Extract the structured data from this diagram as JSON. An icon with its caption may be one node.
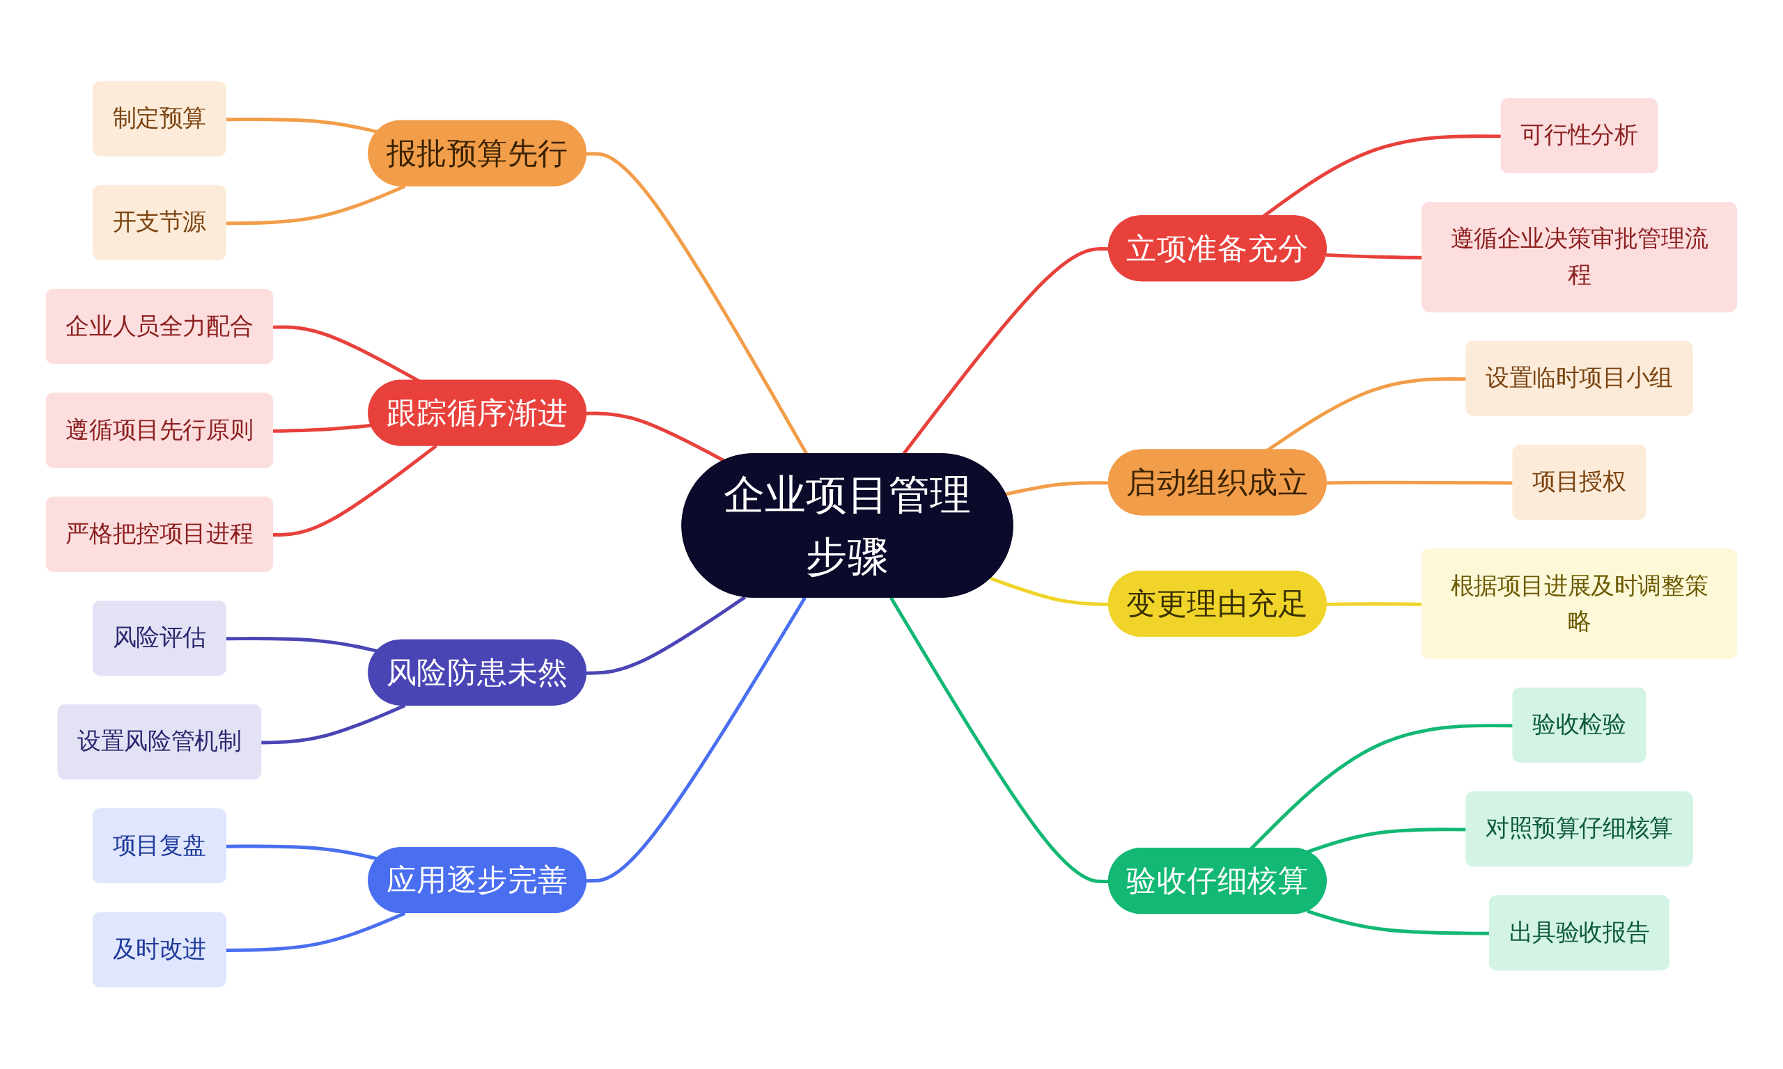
{
  "diagram": {
    "nodes": [
      {
        "text": [
          "企业项目管理步骤"
        ]
      },
      {
        "text": [
          "立项准备充分"
        ]
      },
      {
        "text": [
          "可行性分析"
        ]
      },
      {
        "text": [
          "遵循企业决策审批管理流程"
        ]
      },
      {
        "text": [
          "启动组织成立"
        ]
      },
      {
        "text": [
          "设置临时项目小组"
        ]
      },
      {
        "text": [
          "项目授权"
        ]
      },
      {
        "text": [
          "变更理由充足"
        ]
      },
      {
        "text": [
          "根据项目进展及时调整策略"
        ]
      },
      {
        "text": [
          "验收仔细核算"
        ]
      },
      {
        "text": [
          "验收检验"
        ]
      },
      {
        "text": [
          "对照预算仔细核算"
        ]
      },
      {
        "text": [
          "出具验收报告"
        ]
      },
      {
        "text": [
          "报批预算先行"
        ]
      },
      {
        "text": [
          "制定预算"
        ]
      },
      {
        "text": [
          "开支节源"
        ]
      },
      {
        "text": [
          "跟踪循序渐进"
        ]
      },
      {
        "text": [
          "企业人员全力配合"
        ]
      },
      {
        "text": [
          "遵循项目先行原则"
        ]
      },
      {
        "text": [
          "严格把控项目进程"
        ]
      },
      {
        "text": [
          "风险防患未然"
        ]
      },
      {
        "text": [
          "风险评估"
        ]
      },
      {
        "text": [
          "设置风险管机制"
        ]
      },
      {
        "text": [
          "应用逐步完善"
        ]
      },
      {
        "text": [
          "项目复盘"
        ]
      },
      {
        "text": [
          "及时改进"
        ]
      }
    ],
    "edges": [
      {
        "from": 0,
        "to": 1,
        "arrow": "none",
        "color": "#e8413c"
      },
      {
        "from": 1,
        "to": 2,
        "arrow": "none",
        "color": "#e8413c"
      },
      {
        "from": 1,
        "to": 3,
        "arrow": "none",
        "color": "#e8413c"
      },
      {
        "from": 0,
        "to": 4,
        "arrow": "none",
        "color": "#f29d49"
      },
      {
        "from": 4,
        "to": 5,
        "arrow": "none",
        "color": "#f29d49"
      },
      {
        "from": 4,
        "to": 6,
        "arrow": "none",
        "color": "#f29d49"
      },
      {
        "from": 0,
        "to": 7,
        "arrow": "none",
        "color": "#f0d429"
      },
      {
        "from": 7,
        "to": 8,
        "arrow": "none",
        "color": "#f0d429"
      },
      {
        "from": 0,
        "to": 9,
        "arrow": "none",
        "color": "#12b874"
      },
      {
        "from": 9,
        "to": 10,
        "arrow": "none",
        "color": "#12b874"
      },
      {
        "from": 9,
        "to": 11,
        "arrow": "none",
        "color": "#12b874"
      },
      {
        "from": 9,
        "to": 12,
        "arrow": "none",
        "color": "#12b874"
      },
      {
        "from": 13,
        "to": 0,
        "arrow": "none",
        "color": "#f29d49"
      },
      {
        "from": 14,
        "to": 13,
        "arrow": "none",
        "color": "#f29d49"
      },
      {
        "from": 15,
        "to": 13,
        "arrow": "none",
        "color": "#f29d49"
      },
      {
        "from": 16,
        "to": 0,
        "arrow": "none",
        "color": "#e8413c"
      },
      {
        "from": 17,
        "to": 16,
        "arrow": "none",
        "color": "#e8413c"
      },
      {
        "from": 18,
        "to": 16,
        "arrow": "none",
        "color": "#e8413c"
      },
      {
        "from": 19,
        "to": 16,
        "arrow": "none",
        "color": "#e8413c"
      },
      {
        "from": 20,
        "to": 0,
        "arrow": "none",
        "color": "#4a45b5"
      },
      {
        "from": 21,
        "to": 20,
        "arrow": "none",
        "color": "#4a45b5"
      },
      {
        "from": 22,
        "to": 20,
        "arrow": "none",
        "color": "#4a45b5"
      },
      {
        "from": 23,
        "to": 0,
        "arrow": "none",
        "color": "#4a6ef0"
      },
      {
        "from": 24,
        "to": 23,
        "arrow": "none",
        "color": "#4a6ef0"
      },
      {
        "from": 25,
        "to": 23,
        "arrow": "none",
        "color": "#4a6ef0"
      }
    ]
  }
}
